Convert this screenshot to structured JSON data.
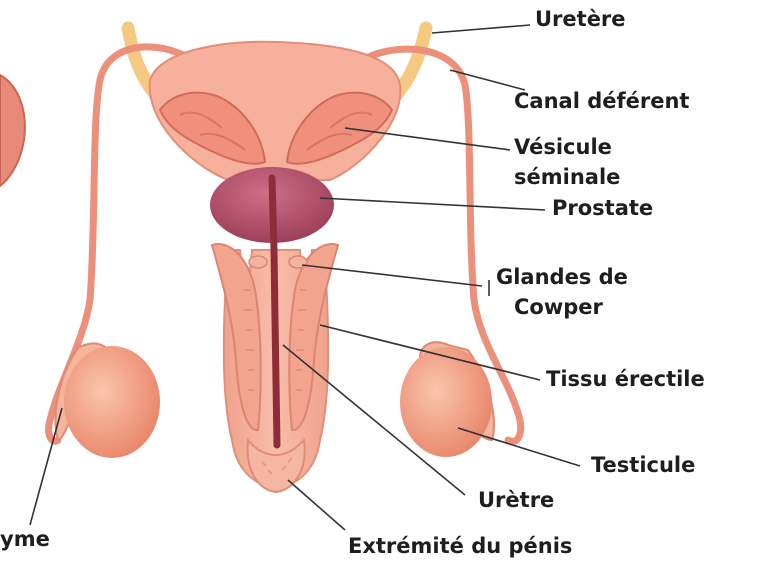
{
  "labels": {
    "uretere": "Uretère",
    "canal_deferent": "Canal déférent",
    "vesicule_line1": "Vésicule",
    "vesicule_line2": "séminale",
    "prostate": "Prostate",
    "cowper_line1": "Glandes de",
    "cowper_line2": "Cowper",
    "tissu_erectile": "Tissu érectile",
    "testicule": "Testicule",
    "uretre": "Urètre",
    "extremite": "Extrémité du pénis",
    "epididyme_partial": "yme"
  },
  "colors": {
    "skin": "#f2a184",
    "skin_dark": "#de7e6a",
    "bladder": "#f6b09b",
    "vesicle": "#f08f7c",
    "prostate": "#b2506c",
    "ureter": "#f5c982",
    "urethra": "#8f2c3a",
    "testis": "#f3a485",
    "leader": "#333333"
  }
}
